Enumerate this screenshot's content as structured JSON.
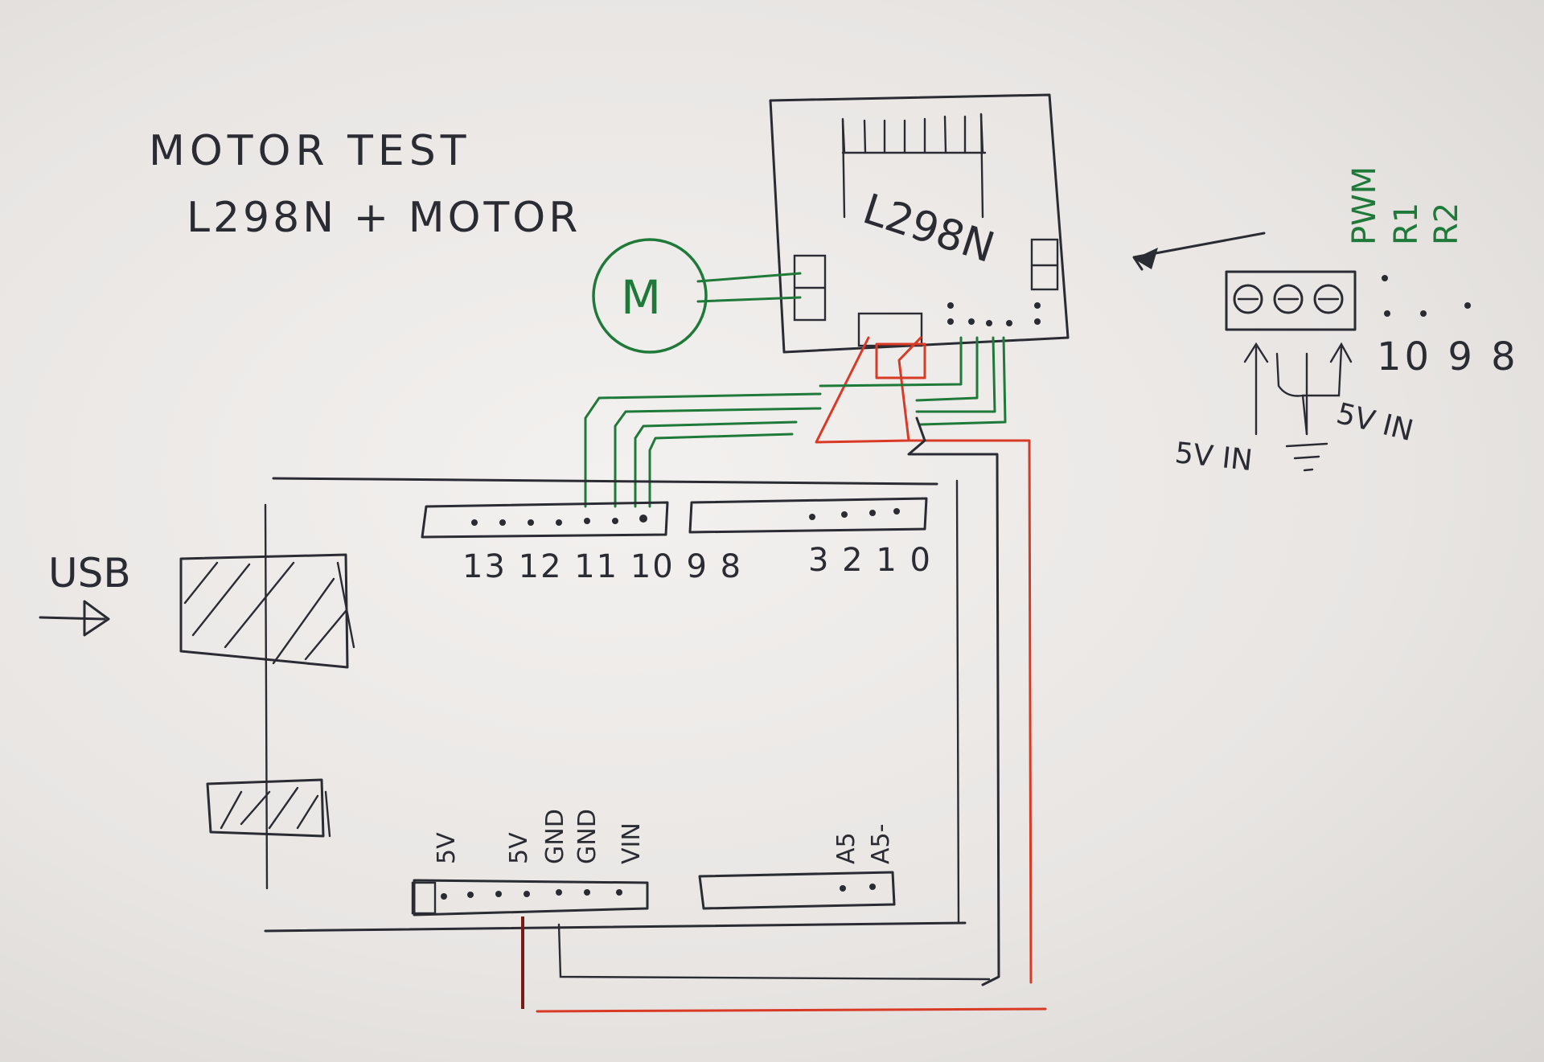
{
  "title": {
    "line1": "MOTOR TEST",
    "line2": "L298N + MOTOR"
  },
  "driver": {
    "label": "L298N"
  },
  "motor": {
    "label": "M"
  },
  "usb": {
    "label": "USB"
  },
  "digital_header": {
    "pins_left": "13 12 11 10 9 8",
    "pins_right": "3 2 1 0"
  },
  "power_header": {
    "pins": [
      "5V",
      "5V",
      "GND",
      "GND",
      "VIN"
    ]
  },
  "analog_header": {
    "pins": [
      "A5",
      "A5-"
    ]
  },
  "detail": {
    "labels": [
      "PWM",
      "R1",
      "R2"
    ],
    "pin_numbers": "10 9 8",
    "left_note": "5V IN",
    "right_note": "5V IN"
  },
  "colors": {
    "ink": "#2b2b33",
    "green": "#1f7a3a",
    "red": "#d93a26"
  }
}
